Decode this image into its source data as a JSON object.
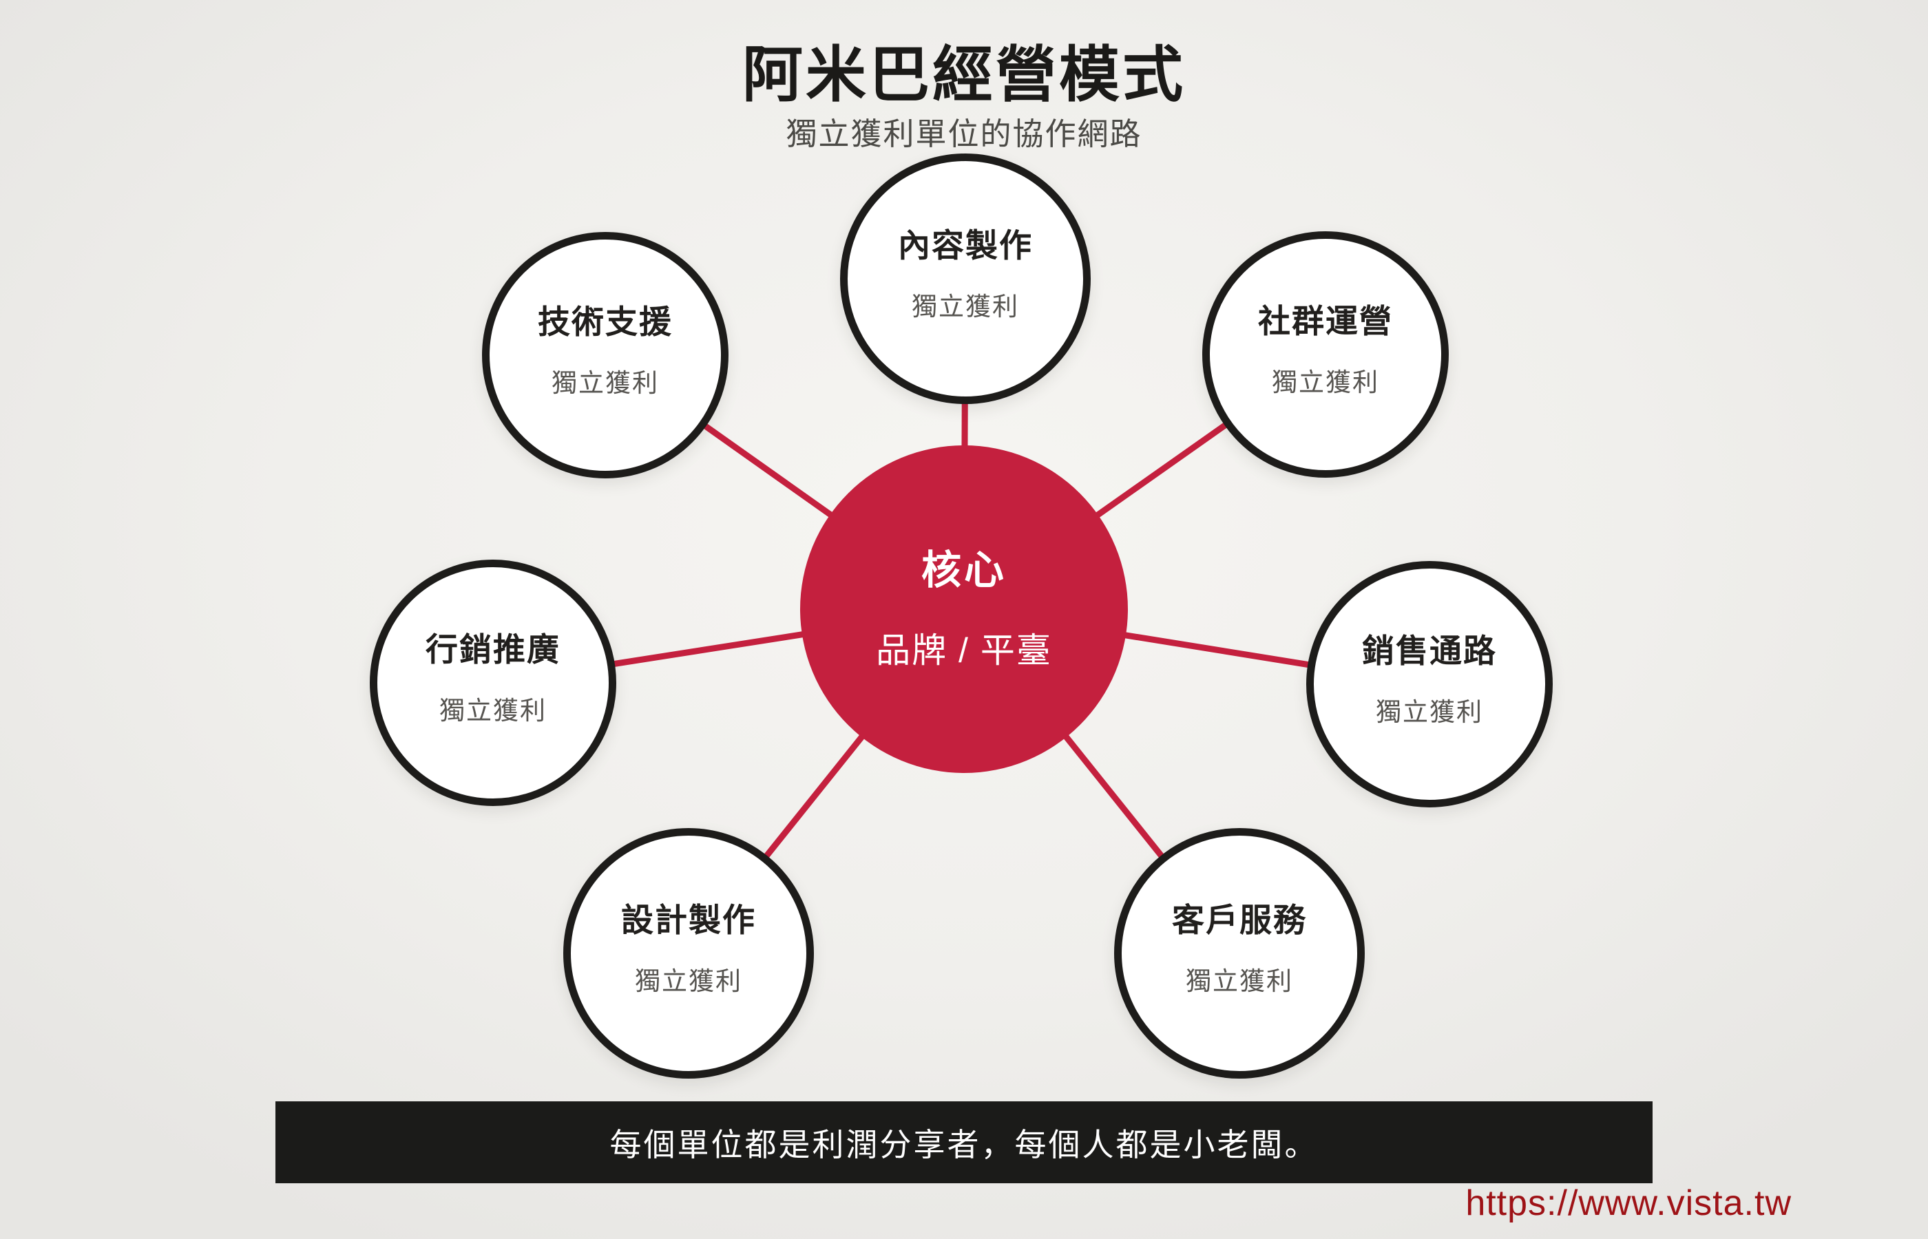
{
  "header": {
    "title": "阿米巴經營模式",
    "subtitle": "獨立獲利單位的協作網路"
  },
  "hub": {
    "title": "核心",
    "subtitle": "品牌 / 平臺"
  },
  "nodes": [
    {
      "id": "content-production",
      "title": "內容製作",
      "subtitle": "獨立獲利"
    },
    {
      "id": "tech-support",
      "title": "技術支援",
      "subtitle": "獨立獲利"
    },
    {
      "id": "community-ops",
      "title": "社群運營",
      "subtitle": "獨立獲利"
    },
    {
      "id": "marketing-promo",
      "title": "行銷推廣",
      "subtitle": "獨立獲利"
    },
    {
      "id": "sales-channels",
      "title": "銷售通路",
      "subtitle": "獨立獲利"
    },
    {
      "id": "design-production",
      "title": "設計製作",
      "subtitle": "獨立獲利"
    },
    {
      "id": "customer-service",
      "title": "客戶服務",
      "subtitle": "獨立獲利"
    }
  ],
  "footer": {
    "banner": "每個單位都是利潤分享者，每個人都是小老闆。",
    "url": "https://www.vista.tw"
  },
  "colors": {
    "accent_red": "#c4203e",
    "ink": "#1d1c1a",
    "muted_gray": "#565450",
    "banner_bg": "#1b1b19",
    "url_red": "#9e1216",
    "background": "#f0efec"
  }
}
